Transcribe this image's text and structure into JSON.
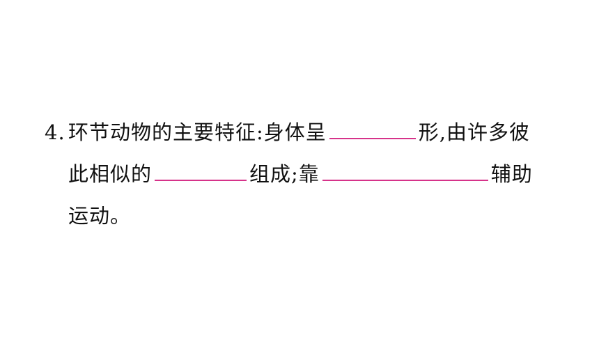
{
  "question": {
    "number": "4.",
    "line1_prefix": "环节动物的主要特征:身体呈",
    "line1_suffix": "形,由许多彼",
    "line2_prefix": "此相似的",
    "line2_mid": "组成;靠",
    "line2_suffix": "辅助",
    "line3": "运动。"
  },
  "colors": {
    "blank_underline": "#d6338a"
  }
}
